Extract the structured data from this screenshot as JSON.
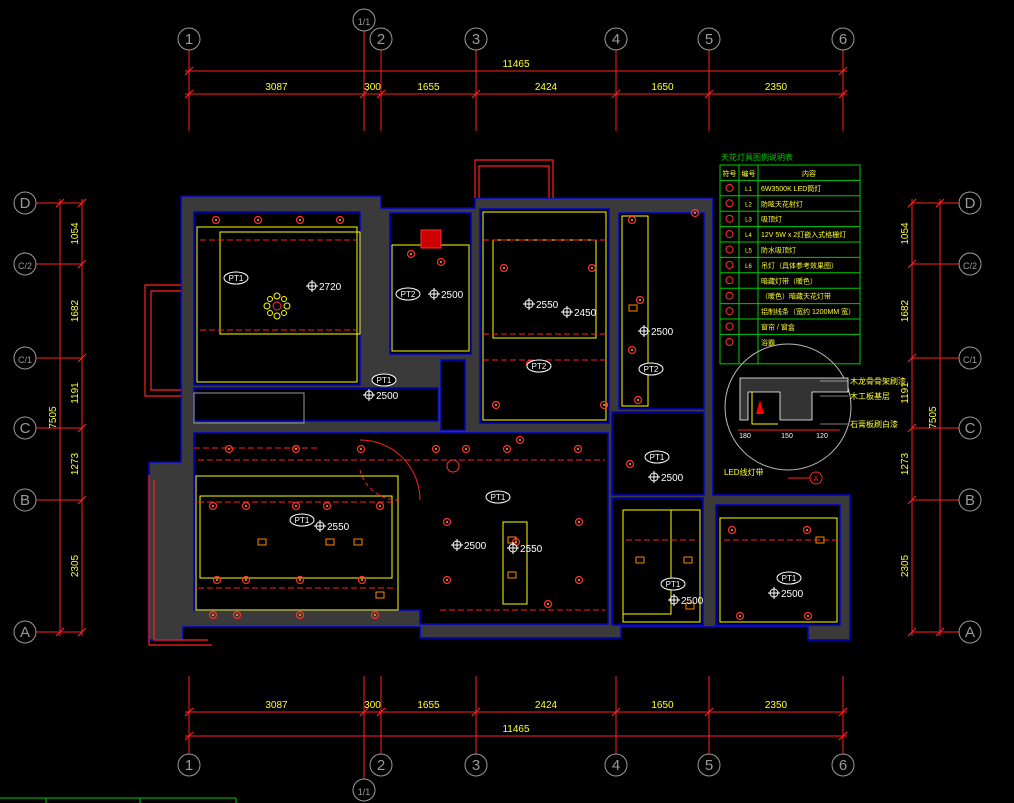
{
  "colors": {
    "background": "#000000",
    "wall_fill": "#3a3a3a",
    "wall_edge": "#0000cc",
    "dimension": "#ff2020",
    "dimension_text": "#ffff33",
    "axis_bubble": "#9a9a9a",
    "partition": "#ffff00",
    "legend_frame": "#00cc00",
    "fixture": "#ff3030",
    "label_white": "#ffffff"
  },
  "axes": {
    "columns": [
      "1",
      "1/1",
      "2",
      "3",
      "4",
      "5",
      "6"
    ],
    "rows": [
      "D",
      "C/2",
      "C/1",
      "C",
      "B",
      "A"
    ]
  },
  "dimensions": {
    "top_total": "11465",
    "top_segments": [
      "3087",
      "300",
      "1655",
      "2424",
      "1650",
      "2350"
    ],
    "bottom_total": "11465",
    "bottom_segments": [
      "3087",
      "300",
      "1655",
      "2424",
      "1650",
      "2350"
    ],
    "left_total": "7505",
    "left_segments": [
      "1054",
      "1682",
      "1191",
      "1273",
      "2305"
    ],
    "right_total": "7505",
    "right_segments": [
      "1054",
      "1682",
      "1191",
      "1273",
      "2305"
    ]
  },
  "ceiling_tags": [
    "PT1",
    "PT2",
    "PT2",
    "PT1",
    "PT2",
    "PT1",
    "PT1",
    "PT1",
    "PT1",
    "PT1",
    "PT1"
  ],
  "ceiling_heights": [
    "2720",
    "2500",
    "2550",
    "2450",
    "2500",
    "2500",
    "2500",
    "2550",
    "2500",
    "2550",
    "2500",
    "2500",
    "2500"
  ],
  "legend": {
    "title": "天花灯具图例说明表",
    "headers": [
      "符号",
      "编号",
      "内容"
    ],
    "rows": [
      {
        "code": "L1",
        "text": "6W3500K LED筒灯"
      },
      {
        "code": "L2",
        "text": "防眩天花射灯"
      },
      {
        "code": "L3",
        "text": "吸顶灯"
      },
      {
        "code": "L4",
        "text": "12V  5W x 2灯嵌入式格栅灯"
      },
      {
        "code": "L5",
        "text": "防水吸顶灯"
      },
      {
        "code": "L6",
        "text": "吊灯（具体参考效果图）"
      },
      {
        "code": "",
        "text": "暗藏灯带（暖色）"
      },
      {
        "code": "",
        "text": "（暖色）暗藏天花灯带"
      },
      {
        "code": "",
        "text": "铝制线条（宽约 1200MM 宽）"
      },
      {
        "code": "",
        "text": "窗帘 / 窗盒"
      },
      {
        "code": "",
        "text": "浴霸"
      }
    ]
  },
  "detail": {
    "labels": [
      "木龙骨骨架刷漆",
      "木工板基层",
      "石膏板刷白漆"
    ],
    "dims": [
      "180",
      "150",
      "120"
    ],
    "caption": "LED线灯带",
    "marker": "A"
  }
}
